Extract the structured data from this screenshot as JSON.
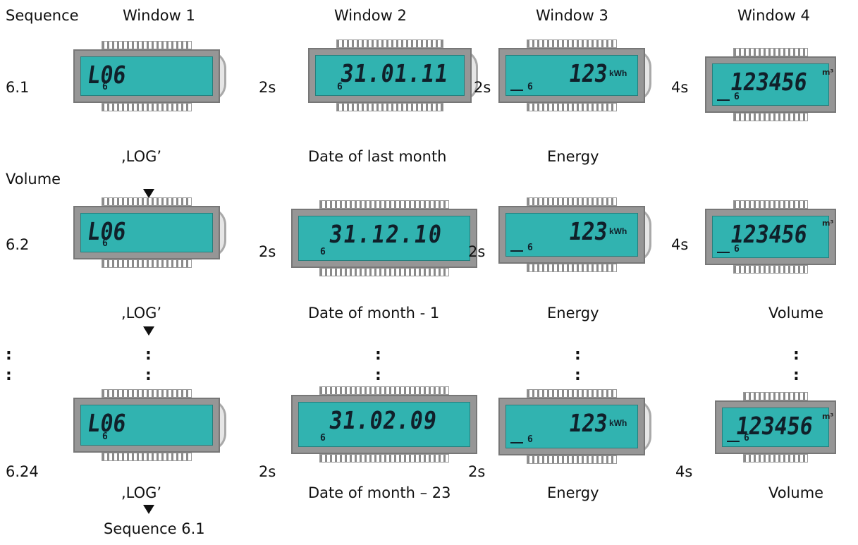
{
  "header": {
    "sequence": "Sequence",
    "w1": "Window 1",
    "w2": "Window 2",
    "w3": "Window 3",
    "w4": "Window 4"
  },
  "rows": [
    {
      "label": "6.1",
      "d1": "2s",
      "d2": "2s",
      "d3": "4s",
      "lcd1": "L06",
      "lcd2": "31.01.11",
      "lcd3": "123",
      "lcd4": "123456",
      "sub": "6",
      "cap1": ",LOG’",
      "cap2": "Date of last month",
      "cap3": "Energy",
      "cap4": "Volume"
    },
    {
      "label": "6.2",
      "d1": "2s",
      "d2": "2s",
      "d3": "4s",
      "lcd1": "L06",
      "lcd2": "31.12.10",
      "lcd3": "123",
      "lcd4": "123456",
      "sub": "6",
      "cap1": ",LOG’",
      "cap2": "Date of month - 1",
      "cap3": "Energy",
      "cap4": "Volume"
    },
    {
      "label": "6.24",
      "d1": "2s",
      "d2": "2s",
      "d3": "4s",
      "lcd1": "L06",
      "lcd2": "31.02.09",
      "lcd3": "123",
      "lcd4": "123456",
      "sub": "6",
      "cap1": ",LOG’",
      "cap2": "Date of month – 23",
      "cap3": "Energy",
      "cap4": "Volume"
    }
  ],
  "units": {
    "energy": "kWh",
    "volume": "m³"
  },
  "footer": "Sequence 6.1",
  "ellipsis": ":",
  "colors": {
    "lcd_screen": "#31b3b0",
    "lcd_frame": "#969696",
    "segments": "#10202a"
  }
}
